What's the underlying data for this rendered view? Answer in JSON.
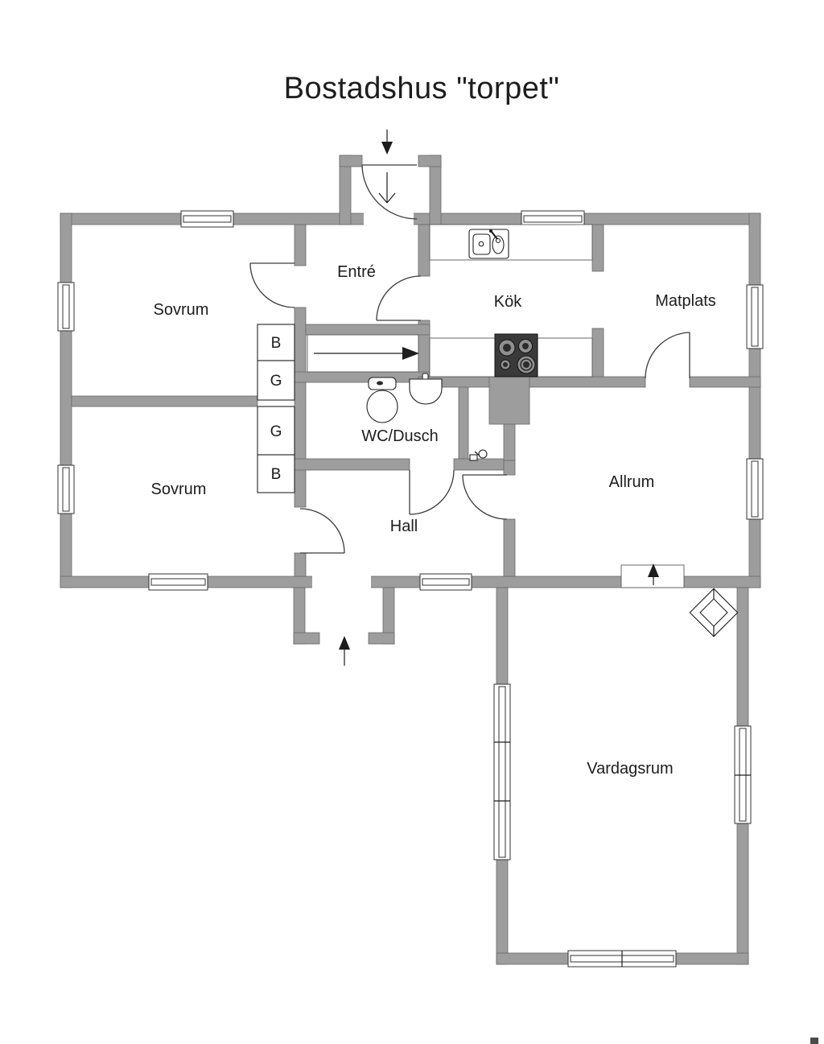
{
  "title": "Bostadshus \"torpet\"",
  "rooms": {
    "sovrum1": "Sovrum",
    "entre": "Entré",
    "kok": "Kök",
    "matplats": "Matplats",
    "sovrum2": "Sovrum",
    "wc_dusch": "WC/Dusch",
    "hall": "Hall",
    "allrum": "Allrum",
    "vardagsrum": "Vardagsrum"
  },
  "closets": {
    "b1": "B",
    "g1": "G",
    "g2": "G",
    "b2": "B"
  },
  "icons": {
    "top_entrance": "arrow-down-icon",
    "bottom_entrance": "arrow-up-icon",
    "stairs_direction": "arrow-right-icon",
    "passage_step": "arrow-up-icon",
    "kitchen_sink": "double-sink-icon",
    "stove": "four-burner-stove-icon",
    "toilet": "toilet-icon",
    "washbasin": "washbasin-icon",
    "water_tap": "tap-icon",
    "fireplace": "fireplace-icon"
  },
  "colors": {
    "wall": "#9D9D9D",
    "wall_outline": "#696969",
    "line": "#3C3C3C",
    "text": "#1D1D1D",
    "stove": "#3A3A3A",
    "background": "#FFFFFF"
  }
}
